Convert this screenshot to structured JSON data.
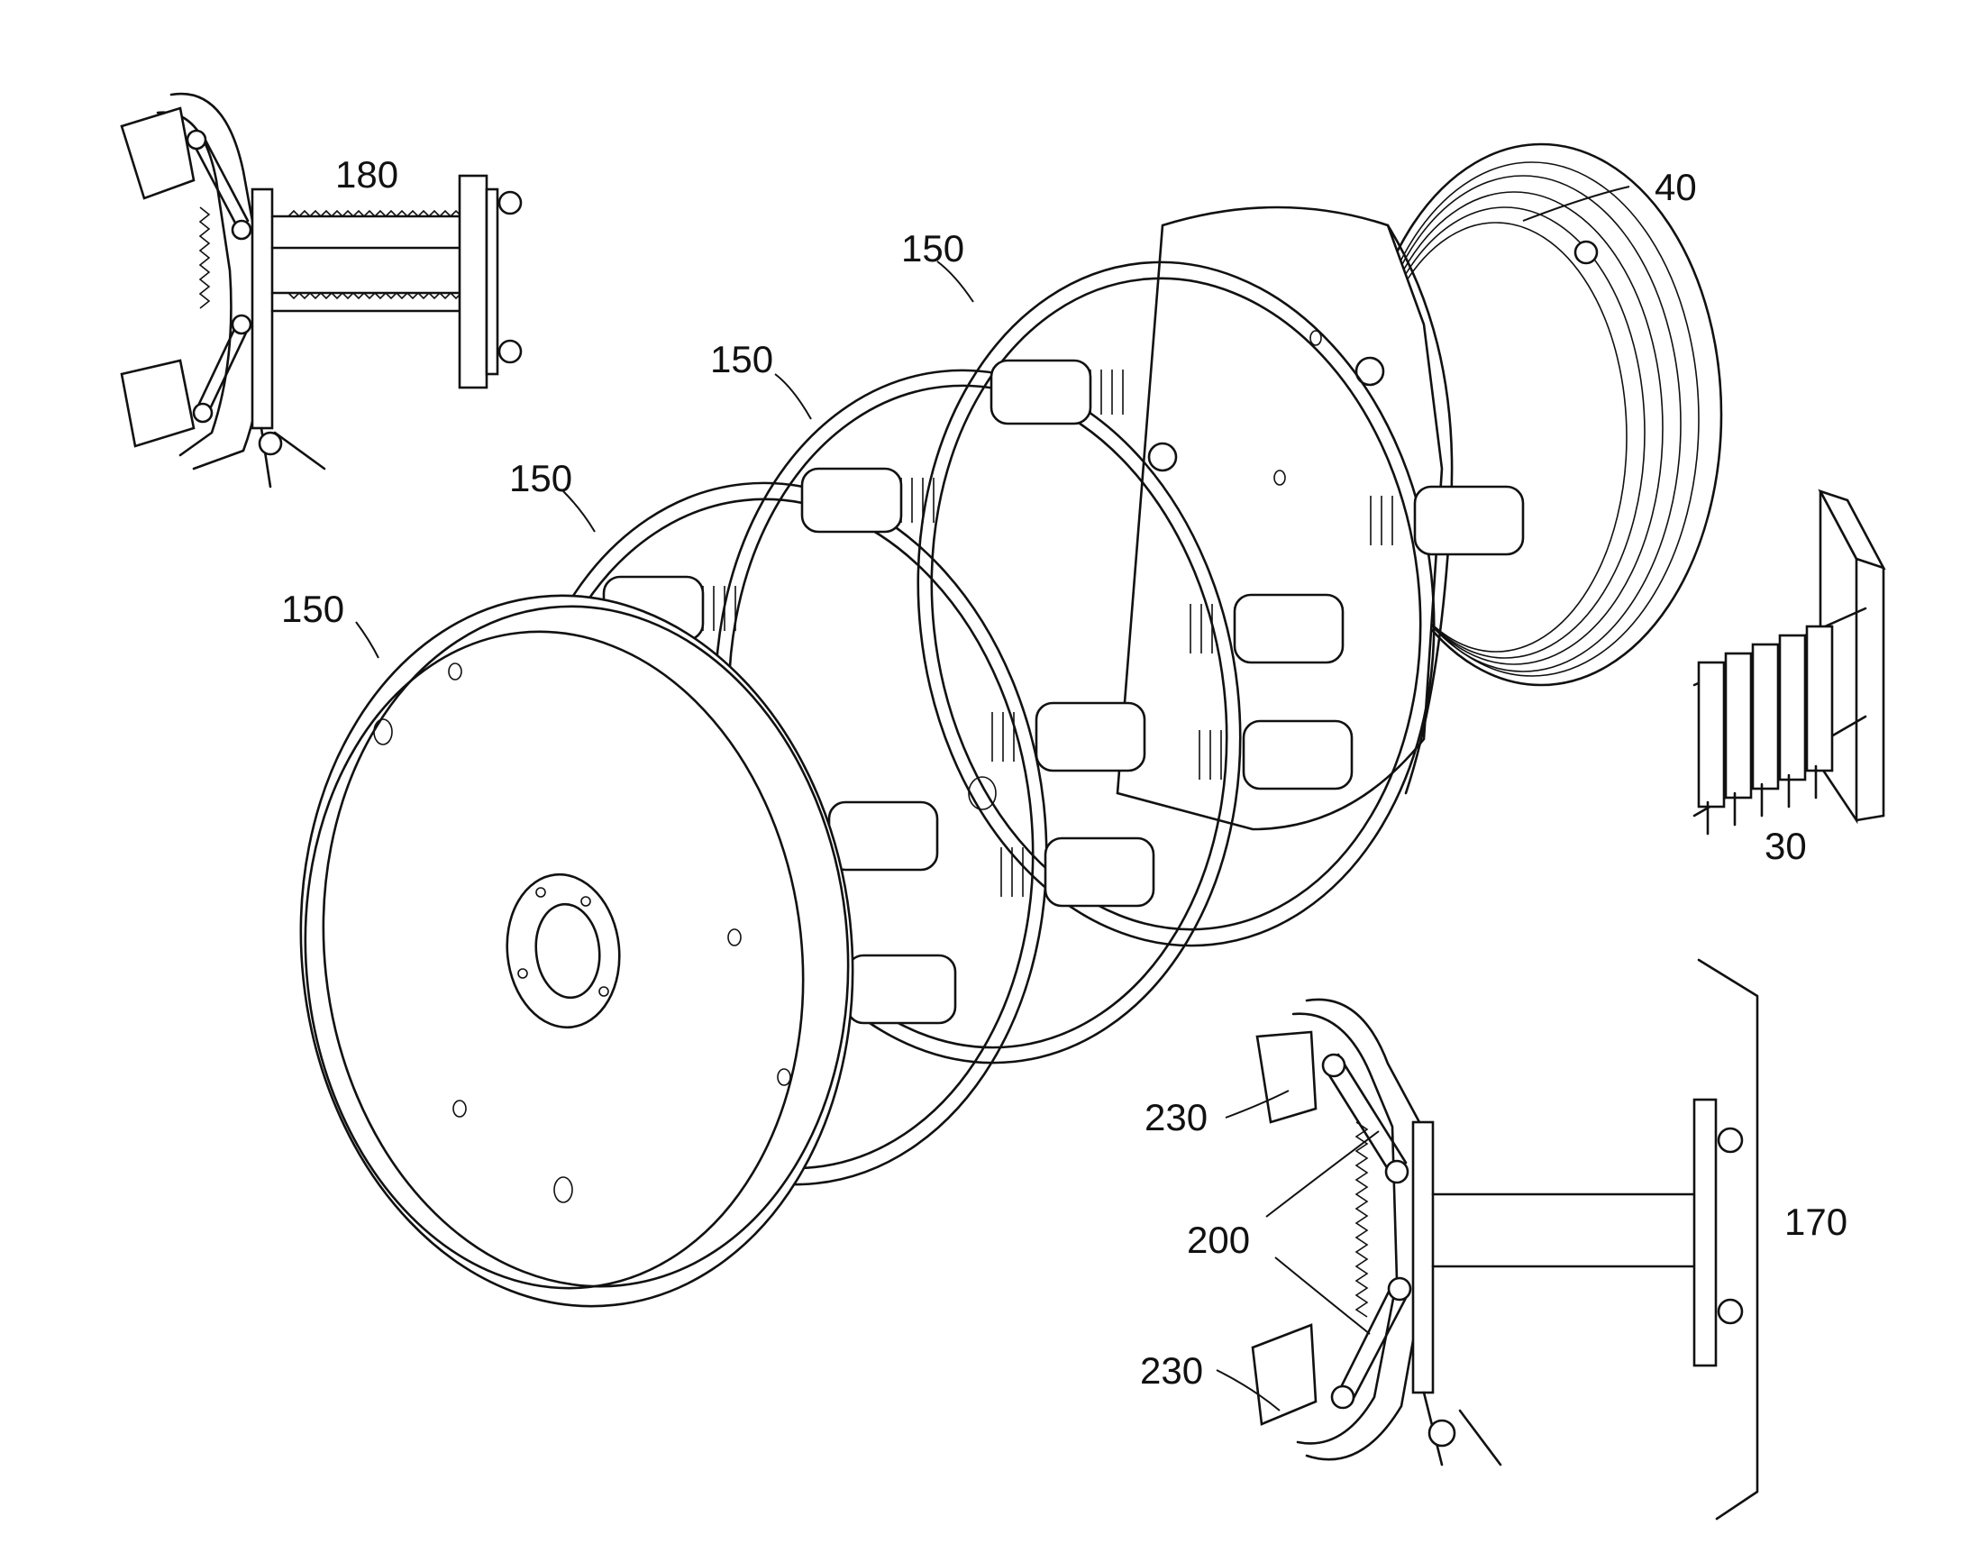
{
  "colors": {
    "line": "#111111",
    "background": "#ffffff"
  },
  "labels": {
    "l180": "180",
    "l40": "40",
    "l150_top": "150",
    "l150_2": "150",
    "l150_3": "150",
    "l150_front": "150",
    "l30": "30",
    "l230_upper": "230",
    "l200": "200",
    "l170": "170",
    "l230_lower": "230"
  }
}
